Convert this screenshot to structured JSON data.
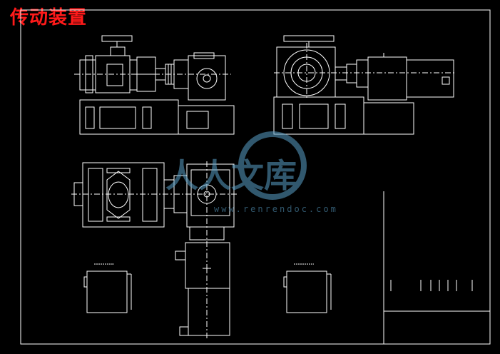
{
  "drawing": {
    "title": "传动装置",
    "title_color": "#ff1a1a",
    "background": "#000000",
    "line_color": "#ffffff"
  },
  "watermark": {
    "logo_text": "人人文库",
    "url": "www.renrendoc.com",
    "color": "#5aa0c8"
  },
  "views": [
    "front-view",
    "side-view",
    "top-view",
    "detail-view-left",
    "detail-view-right"
  ],
  "title_block": {
    "present": true
  }
}
